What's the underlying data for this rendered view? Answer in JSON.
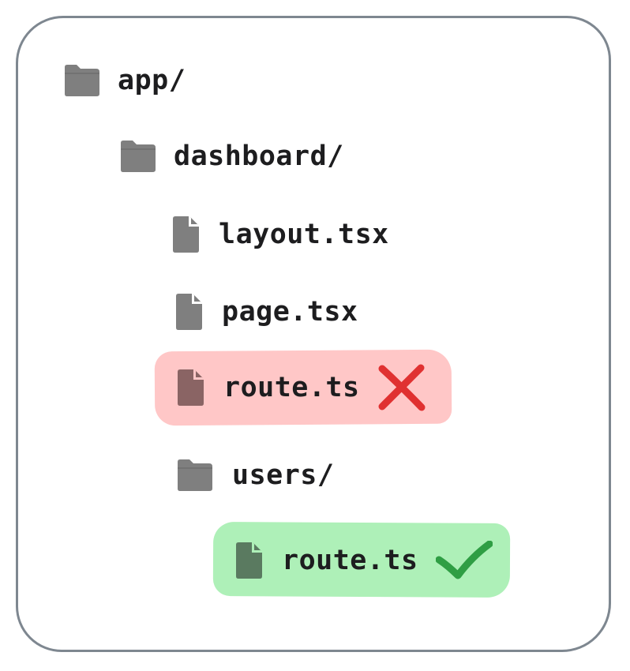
{
  "tree": {
    "root": {
      "label": "app/",
      "icon": "folder-icon"
    },
    "dashboard": {
      "label": "dashboard/",
      "icon": "folder-icon"
    },
    "layout": {
      "label": "layout.tsx",
      "icon": "file-icon"
    },
    "page": {
      "label": "page.tsx",
      "icon": "file-icon"
    },
    "route_bad": {
      "label": "route.ts",
      "icon": "file-icon",
      "status": "invalid",
      "mark": "cross-icon"
    },
    "users": {
      "label": "users/",
      "icon": "folder-icon"
    },
    "route_good": {
      "label": "route.ts",
      "icon": "file-icon",
      "status": "valid",
      "mark": "check-icon"
    }
  },
  "colors": {
    "frame": "#7e8790",
    "icon": "#7f7f7f",
    "invalid_highlight": "#ffc7c7",
    "invalid_mark": "#e03131",
    "valid_highlight": "#aef0b8",
    "valid_mark": "#2f9e44",
    "text": "#1d1d1f"
  }
}
